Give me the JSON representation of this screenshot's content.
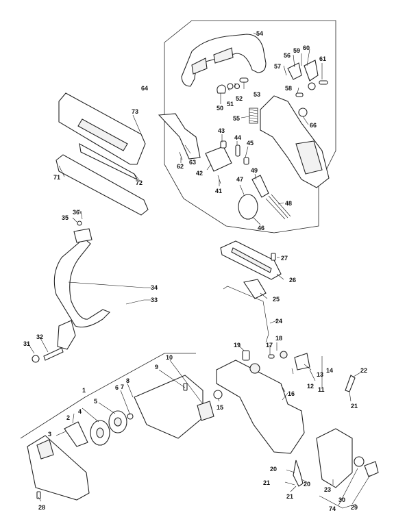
{
  "part_labels": [
    "1",
    "2",
    "3",
    "4",
    "5",
    "6",
    "7",
    "8",
    "9",
    "10",
    "11",
    "12",
    "13",
    "14",
    "15",
    "16",
    "17",
    "18",
    "19",
    "20",
    "21",
    "22",
    "23",
    "24",
    "25",
    "26",
    "27",
    "28",
    "29",
    "30",
    "31",
    "32",
    "33",
    "34",
    "35",
    "36",
    "41",
    "42",
    "43",
    "44",
    "45",
    "46",
    "47",
    "48",
    "49",
    "50",
    "51",
    "52",
    "53",
    "54",
    "55",
    "56",
    "57",
    "58",
    "59",
    "60",
    "61",
    "62",
    "63",
    "64",
    "66",
    "71",
    "72",
    "73",
    "74"
  ]
}
